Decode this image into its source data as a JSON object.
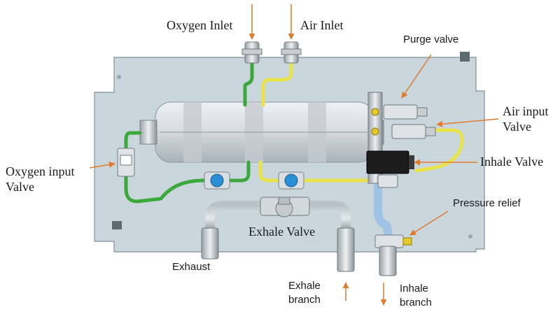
{
  "labels": {
    "oxygen_inlet": "Oxygen Inlet",
    "air_inlet": "Air Inlet",
    "purge_valve": "Purge valve",
    "air_input_valve_1": "Air input",
    "air_input_valve_2": "Valve",
    "inhale_valve": "Inhale Valve",
    "oxygen_input_valve_1": "Oxygen input",
    "oxygen_input_valve_2": "Valve",
    "pressure_relief": "Pressure relief",
    "exhale_valve": "Exhale Valve",
    "exhaust": "Exhaust",
    "exhale_branch_1": "Exhale",
    "exhale_branch_2": "branch",
    "inhale_branch_1": "Inhale",
    "inhale_branch_2": "branch"
  },
  "colors": {
    "panel": "#c9d6dc",
    "panel_edge": "#7f9098",
    "tank": "#dadfe3",
    "oxygen_line": "#3aa83a",
    "air_line": "#e8e34a",
    "blue_hose": "#9ec3e4",
    "arrow": "#e07b2e",
    "inhale_valve_body": "#1c1c1c"
  }
}
